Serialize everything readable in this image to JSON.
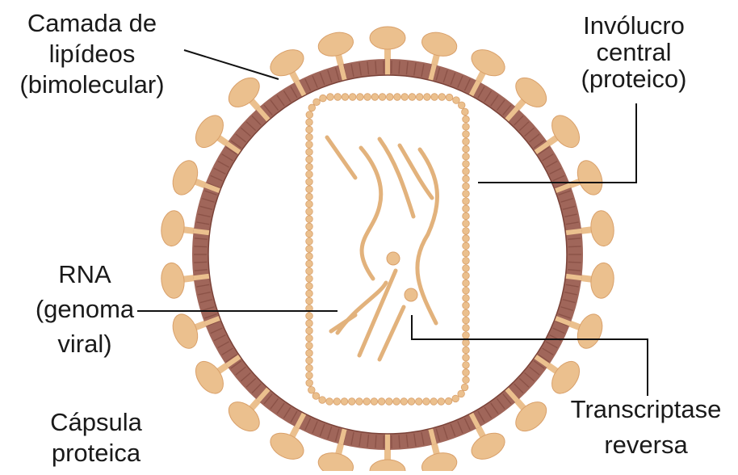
{
  "labels": {
    "lipid_layer": [
      "Camada de",
      "lipídeos",
      "(bimolecular)"
    ],
    "core_envelope": [
      "Invólucro",
      "central",
      "(proteico)"
    ],
    "rna": [
      "RNA",
      "(genoma",
      "viral)"
    ],
    "capsule": [
      "Cápsula",
      "proteica"
    ],
    "reverse_transcriptase": [
      "Transcriptase",
      "reversa"
    ]
  },
  "colors": {
    "membrane": "#a0665a",
    "membrane_dark": "#7a4238",
    "spike": "#ebc08e",
    "spike_edge": "#d9a06a",
    "rna": "#e2b27c",
    "leader": "#111111"
  }
}
